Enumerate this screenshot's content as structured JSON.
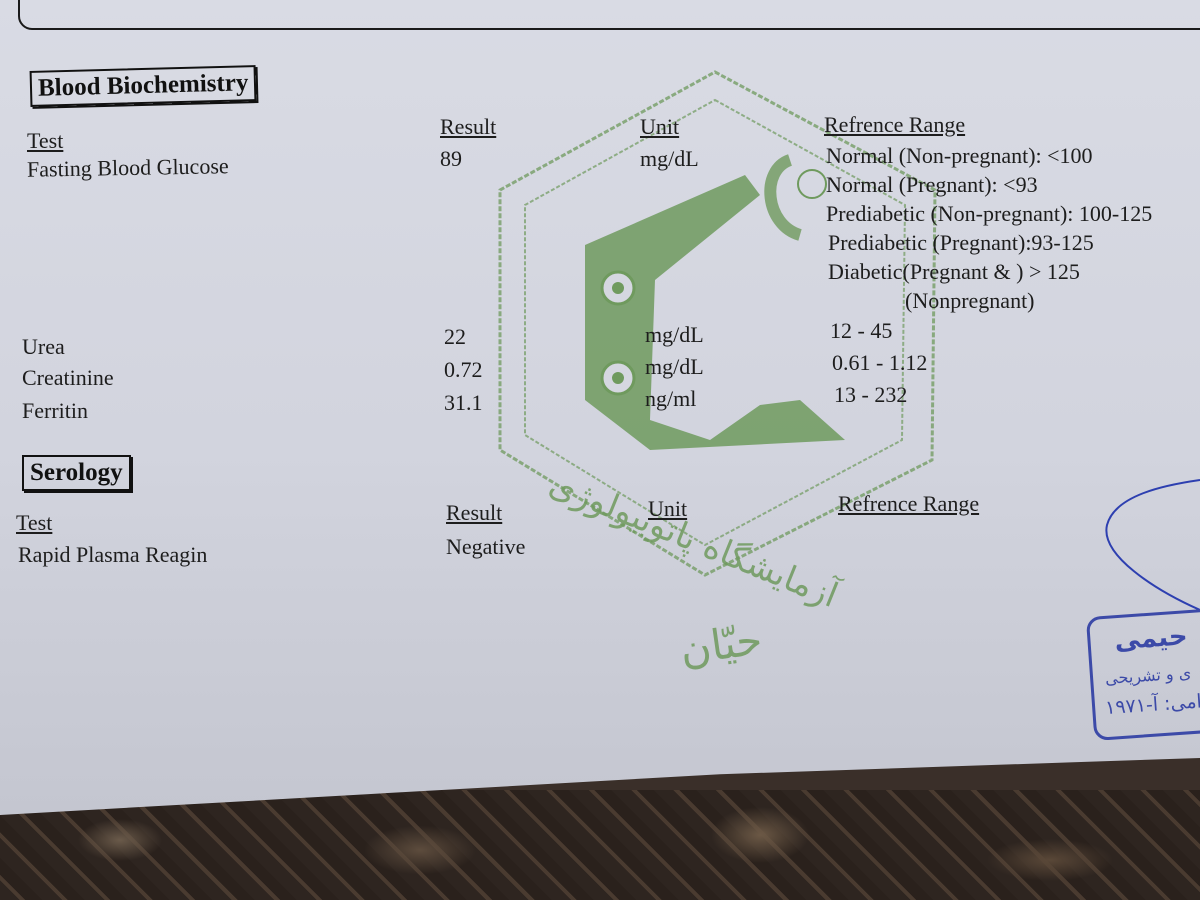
{
  "biochemistry": {
    "title": "Blood Biochemistry",
    "headers": {
      "test": "Test",
      "result": "Result",
      "unit": "Unit",
      "range": "Refrence Range"
    },
    "glucose": {
      "test": "Fasting Blood Glucose",
      "result": "89",
      "unit": "mg/dL",
      "ranges": [
        "Normal (Non-pregnant): <100",
        "Normal (Pregnant): <93",
        "Prediabetic (Non-pregnant): 100-125",
        "Prediabetic (Pregnant):93-125",
        "Diabetic(Pregnant &  ) > 125",
        "(Nonpregnant)"
      ]
    },
    "rows": [
      {
        "test": "Urea",
        "result": "22",
        "unit": "mg/dL",
        "range": "12 - 45"
      },
      {
        "test": "Creatinine",
        "result": "0.72",
        "unit": "mg/dL",
        "range": "0.61 - 1.12"
      },
      {
        "test": "Ferritin",
        "result": "31.1",
        "unit": "ng/ml",
        "range": "13 - 232"
      }
    ]
  },
  "serology": {
    "title": "Serology",
    "headers": {
      "test": "Test",
      "result": "Result",
      "unit": "Unit",
      "range": "Refrence Range"
    },
    "rows": [
      {
        "test": "Rapid Plasma Reagin",
        "result": "Negative",
        "unit": "",
        "range": ""
      }
    ]
  },
  "stamp": {
    "arc_text": "آزمایشگاه پاتوبیولوژی",
    "name": "حیّان"
  },
  "seal": {
    "line1": "حیمی",
    "line2": "ی و تشریحی",
    "line3": "امی: آ-۱۹۷۱"
  },
  "colors": {
    "stamp": "#6f9a5e",
    "seal": "#3c4aa8",
    "ink": "#1d1d1d"
  }
}
